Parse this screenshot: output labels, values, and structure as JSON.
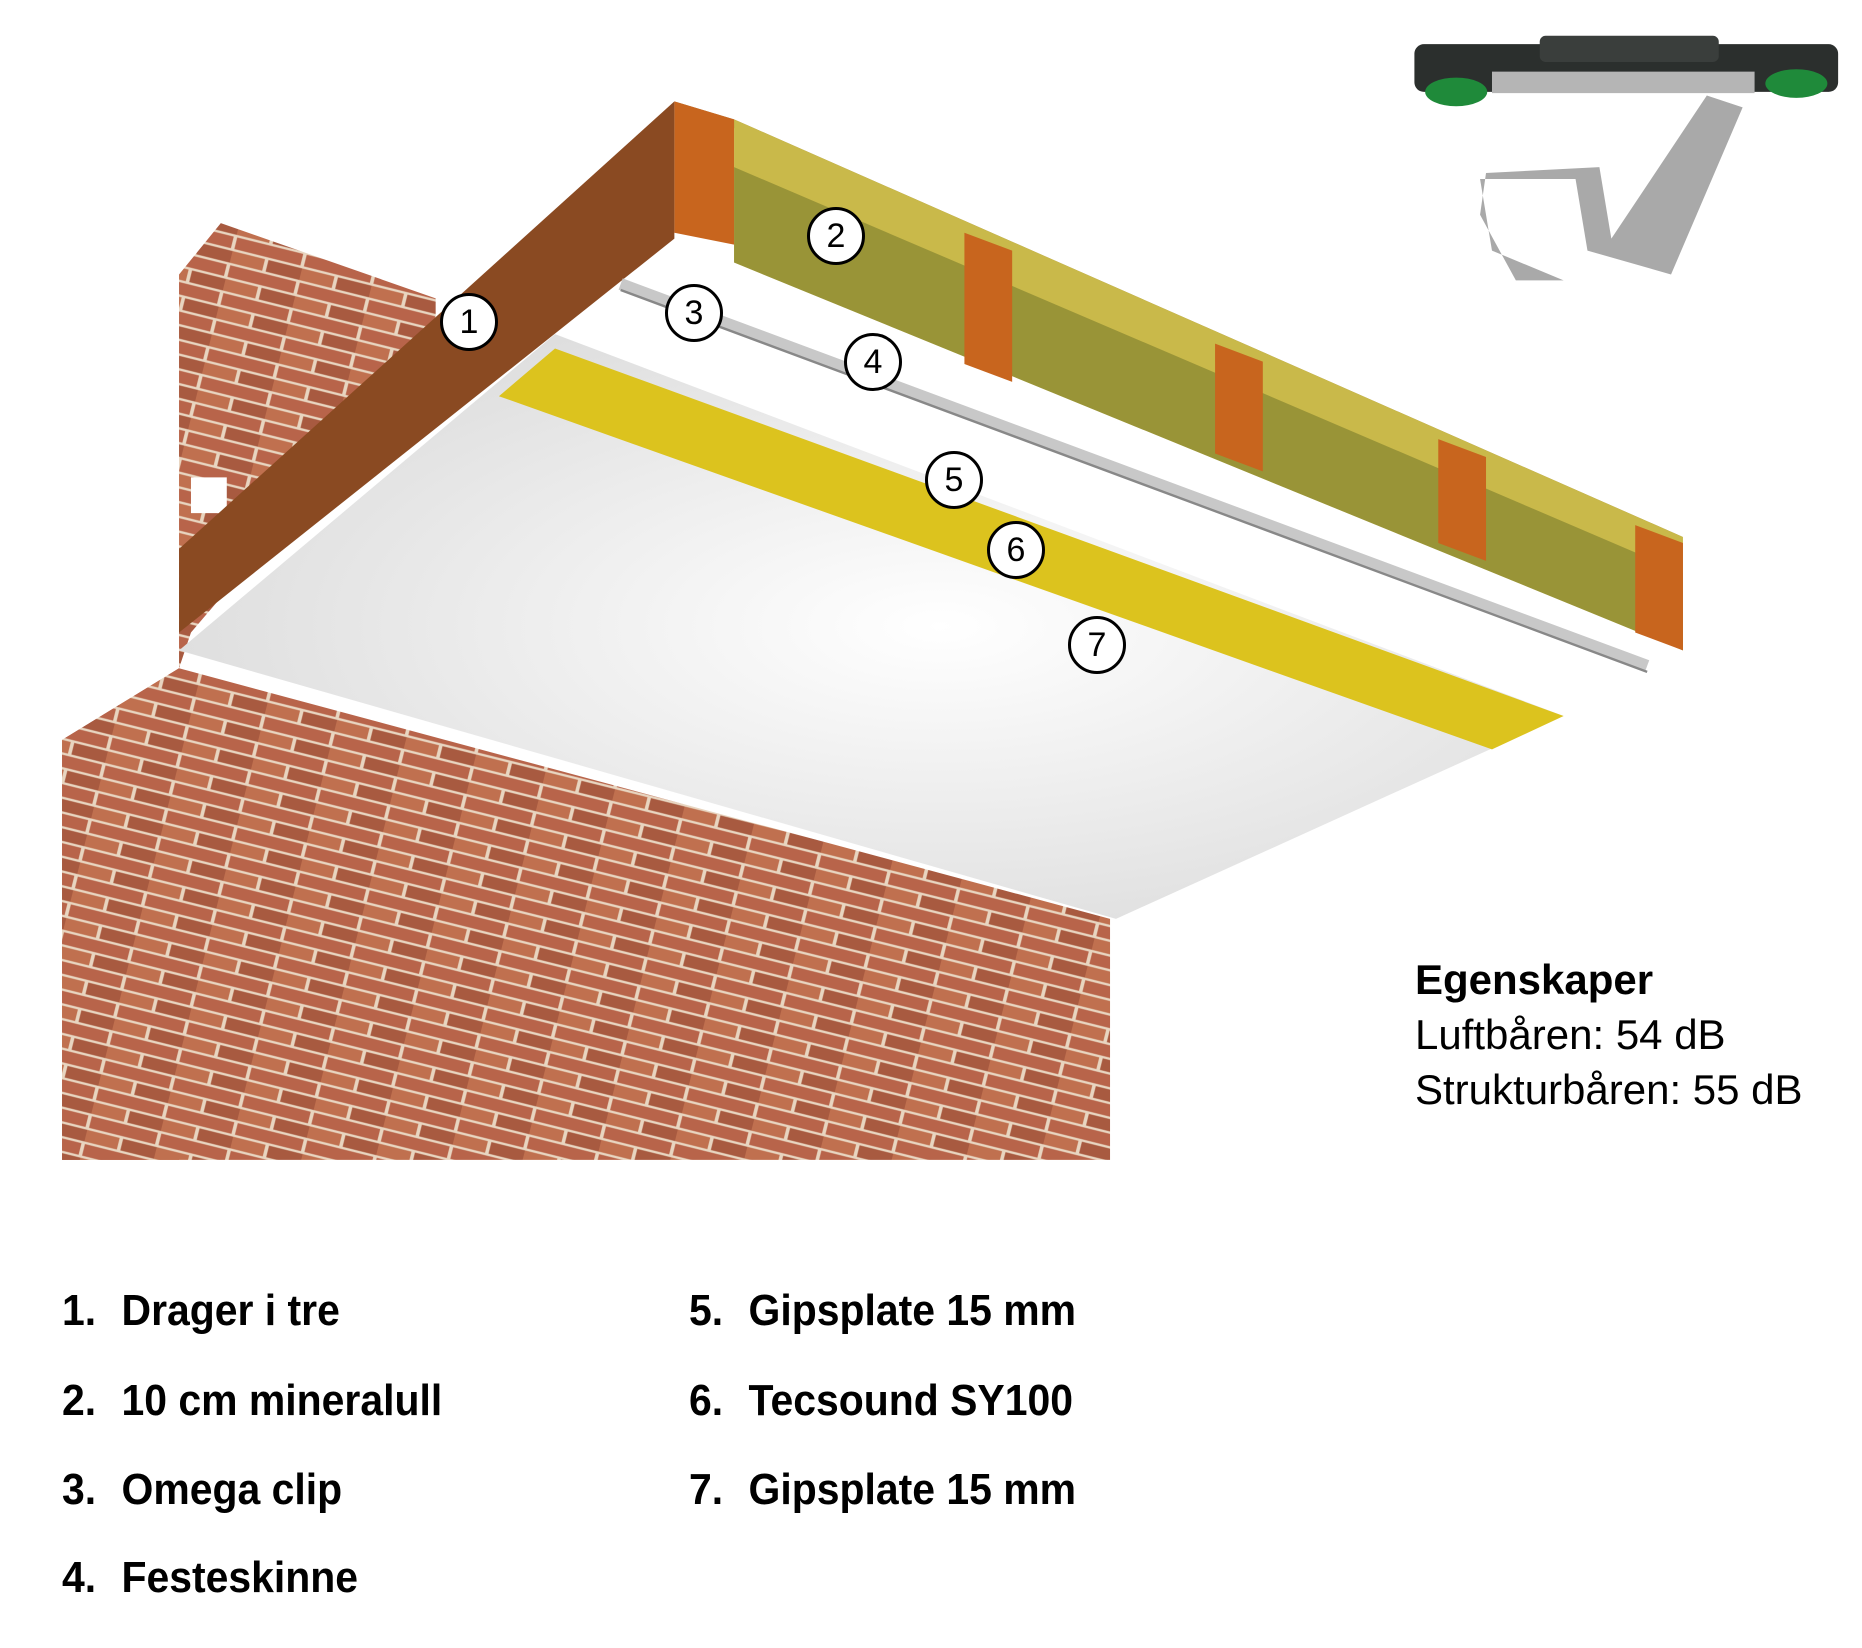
{
  "callouts": [
    "1",
    "2",
    "3",
    "4",
    "5",
    "6",
    "7"
  ],
  "properties": {
    "title": "Egenskaper",
    "airborne": "Luftbåren: 54 dB",
    "structural": "Strukturbåren: 55 dB"
  },
  "legend": [
    {
      "num": "1.",
      "label": "Drager i tre"
    },
    {
      "num": "2.",
      "label": "10 cm mineralull"
    },
    {
      "num": "3.",
      "label": "Omega clip"
    },
    {
      "num": "4.",
      "label": "Festeskinne"
    },
    {
      "num": "5.",
      "label": "Gipsplate 15 mm"
    },
    {
      "num": "6.",
      "label": "Tecsound SY100"
    },
    {
      "num": "7.",
      "label": "Gipsplate 15 mm"
    }
  ],
  "colors": {
    "brick": "#b8644a",
    "wood": "#8a4a22",
    "insulation": "#e5cf3a",
    "tecsound": "#d9c21e",
    "gypsum": "#ececec"
  }
}
